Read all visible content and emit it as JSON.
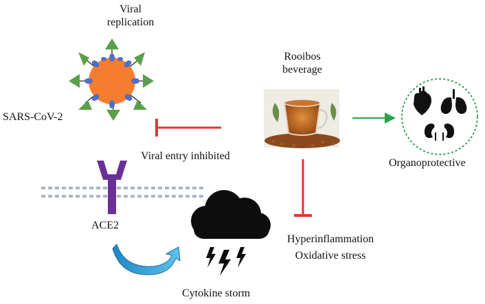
{
  "labels": {
    "viral_replication": [
      "Viral",
      "replication"
    ],
    "sars": "SARS-CoV-2",
    "rooibos": [
      "Rooibos",
      "beverage"
    ],
    "viral_entry": "Viral entry inhibited",
    "organoprotective": "Organoprotective",
    "ace2": "ACE2",
    "hyper": "Hyperinflammation",
    "oxidative": "Oxidative stress",
    "cytokine": "Cytokine storm"
  },
  "colors": {
    "virus_body": "#f47d30",
    "spike": "#5aa04a",
    "receptor_blob": "#4f6fc5",
    "inhibit": "#e53333",
    "promote": "#2aa04a",
    "ace2": "#6a2f99",
    "membrane": "#a8b6c6",
    "storm": "#0d0d0d",
    "cycle_arrow": "#2e9fd6",
    "organ_ring": "#36a15a"
  },
  "icons": [
    "virus-icon",
    "ace2-receptor-icon",
    "tea-cup-icon",
    "storm-cloud-icon",
    "heart-icon",
    "lungs-icon",
    "kidneys-icon",
    "cycle-arrow-icon"
  ]
}
